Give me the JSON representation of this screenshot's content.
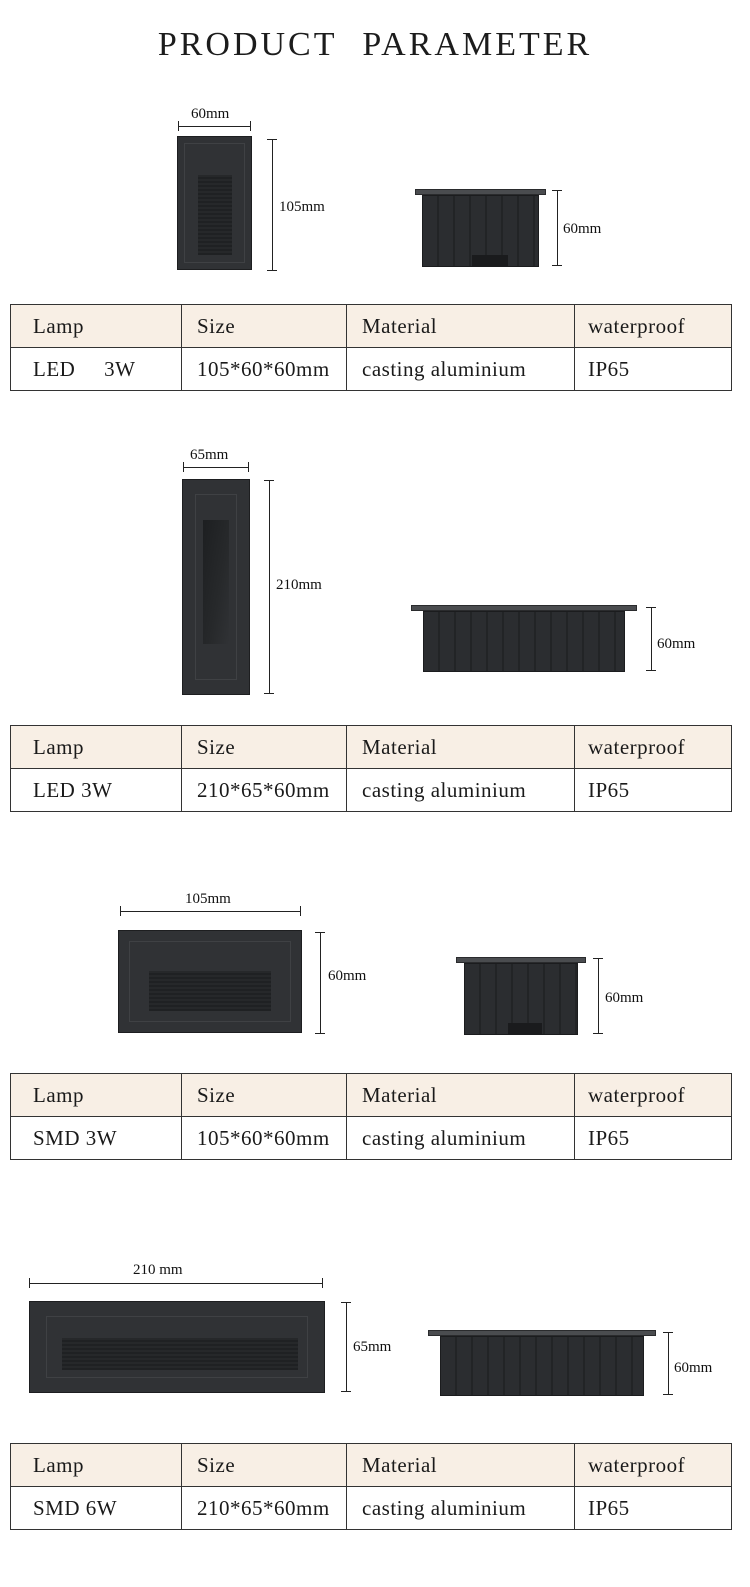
{
  "page_title": "PRODUCT   PARAMETER",
  "table_headers": [
    "Lamp",
    "Size",
    "Material",
    "waterproof"
  ],
  "products": [
    {
      "front_width_label": "60mm",
      "front_height_label": "105mm",
      "side_height_label": "60mm",
      "row": [
        "LED     3W",
        "105*60*60mm",
        "casting aluminium",
        "IP65"
      ]
    },
    {
      "front_width_label": "65mm",
      "front_height_label": "210mm",
      "side_height_label": "60mm",
      "row": [
        "LED 3W",
        "210*65*60mm",
        "casting aluminium",
        "IP65"
      ]
    },
    {
      "front_width_label": "105mm",
      "front_height_label": "60mm",
      "side_height_label": "60mm",
      "row": [
        "SMD 3W",
        "105*60*60mm",
        "casting aluminium",
        "IP65"
      ]
    },
    {
      "front_width_label": "210 mm",
      "front_height_label": "65mm",
      "side_height_label": "60mm",
      "row": [
        "SMD 6W",
        "210*65*60mm",
        "casting aluminium",
        "IP65"
      ]
    }
  ]
}
